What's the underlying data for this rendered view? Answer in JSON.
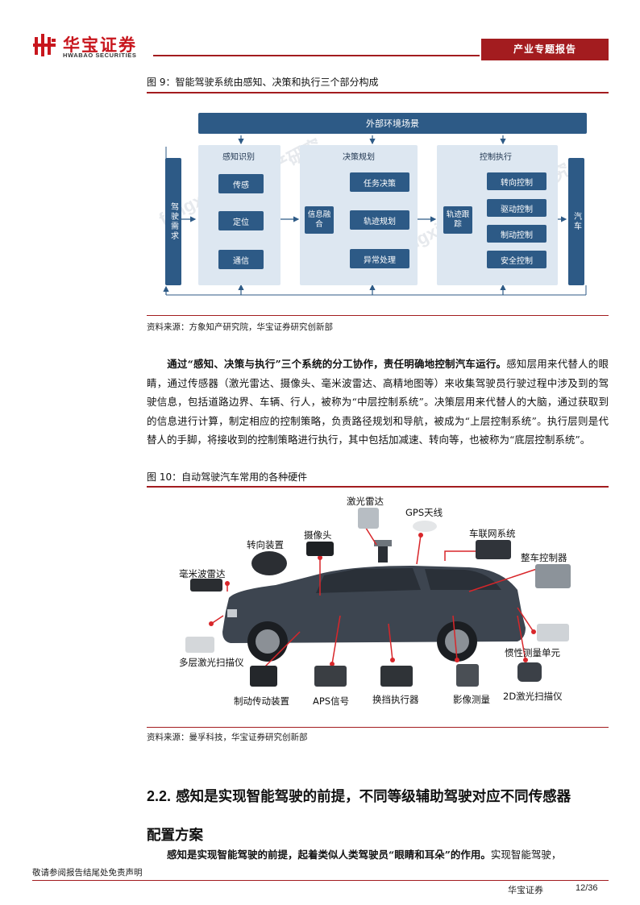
{
  "header": {
    "logo_cn": "华宝证券",
    "logo_en": "HWABAO SECURITIES",
    "badge": "产业专题报告"
  },
  "figure9": {
    "caption": "图 9：智能驾驶系统由感知、决策和执行三个部分构成",
    "source": "资料来源：方象知产研究院，华宝证券研究创新部",
    "top_bar": "外部环境场景",
    "left_bar": "驾驶需求",
    "right_bar": "汽车",
    "perception": {
      "title": "感知识别",
      "items": [
        "传感",
        "定位",
        "通信"
      ]
    },
    "decision": {
      "title": "决策规划",
      "fusion": "信息融合",
      "items": [
        "任务决策",
        "轨迹规划",
        "异常处理"
      ]
    },
    "control": {
      "title": "控制执行",
      "tracking": "轨迹跟踪",
      "items": [
        "转向控制",
        "驱动控制",
        "制动控制",
        "安全控制"
      ]
    },
    "watermarks": [
      "fangxiangip",
      "方象知产研究",
      "fangxiangip",
      "知产研究"
    ]
  },
  "paragraph1": {
    "lead": "通过“感知、决策与执行”三个系统的分工协作，责任明确地控制汽车运行。",
    "body": "感知层用来代替人的眼睛，通过传感器（激光雷达、摄像头、毫米波雷达、高精地图等）来收集驾驶员行驶过程中涉及到的驾驶信息，包括道路边界、车辆、行人，被称为“中层控制系统”。决策层用来代替人的大脑，通过获取到的信息进行计算，制定相应的控制策略，负责路径规划和导航，被成为“上层控制系统”。执行层则是代替人的手脚，将接收到的控制策略进行执行，其中包括加减速、转向等，也被称为“底层控制系统”。"
  },
  "figure10": {
    "caption": "图 10：自动驾驶汽车常用的各种硬件",
    "source": "资料来源：曼孚科技，华宝证券研究创新部",
    "labels": {
      "lidar": "激光雷达",
      "gps": "GPS天线",
      "steering": "转向装置",
      "camera": "摄像头",
      "v2x": "车联网系统",
      "vcu": "整车控制器",
      "mmwave": "毫米波雷达",
      "multi_lidar": "多层激光扫描仪",
      "imu": "惯性测量单元",
      "brake": "制动传动装置",
      "aps": "APS信号",
      "shift": "换挡执行器",
      "image_measure": "影像测量",
      "lidar2d": "2D激光扫描仪"
    }
  },
  "section": {
    "number": "2.2.",
    "title_line1": "感知是实现智能驾驶的前提，不同等级辅助驾驶对应不同传感器",
    "title_line2": "配置方案"
  },
  "paragraph2": {
    "lead": "感知是实现智能驾驶的前提，起着类似人类驾驶员“眼睛和耳朵”的作用。",
    "body": "实现智能驾驶，"
  },
  "footer": {
    "disclaimer": "敬请参阅报告结尾处免责声明",
    "company": "华宝证券",
    "page": "12/36"
  },
  "colors": {
    "brand_red": "#a31c1f",
    "diagram_blue": "#2d5a86",
    "group_bg": "#dde7f1"
  }
}
